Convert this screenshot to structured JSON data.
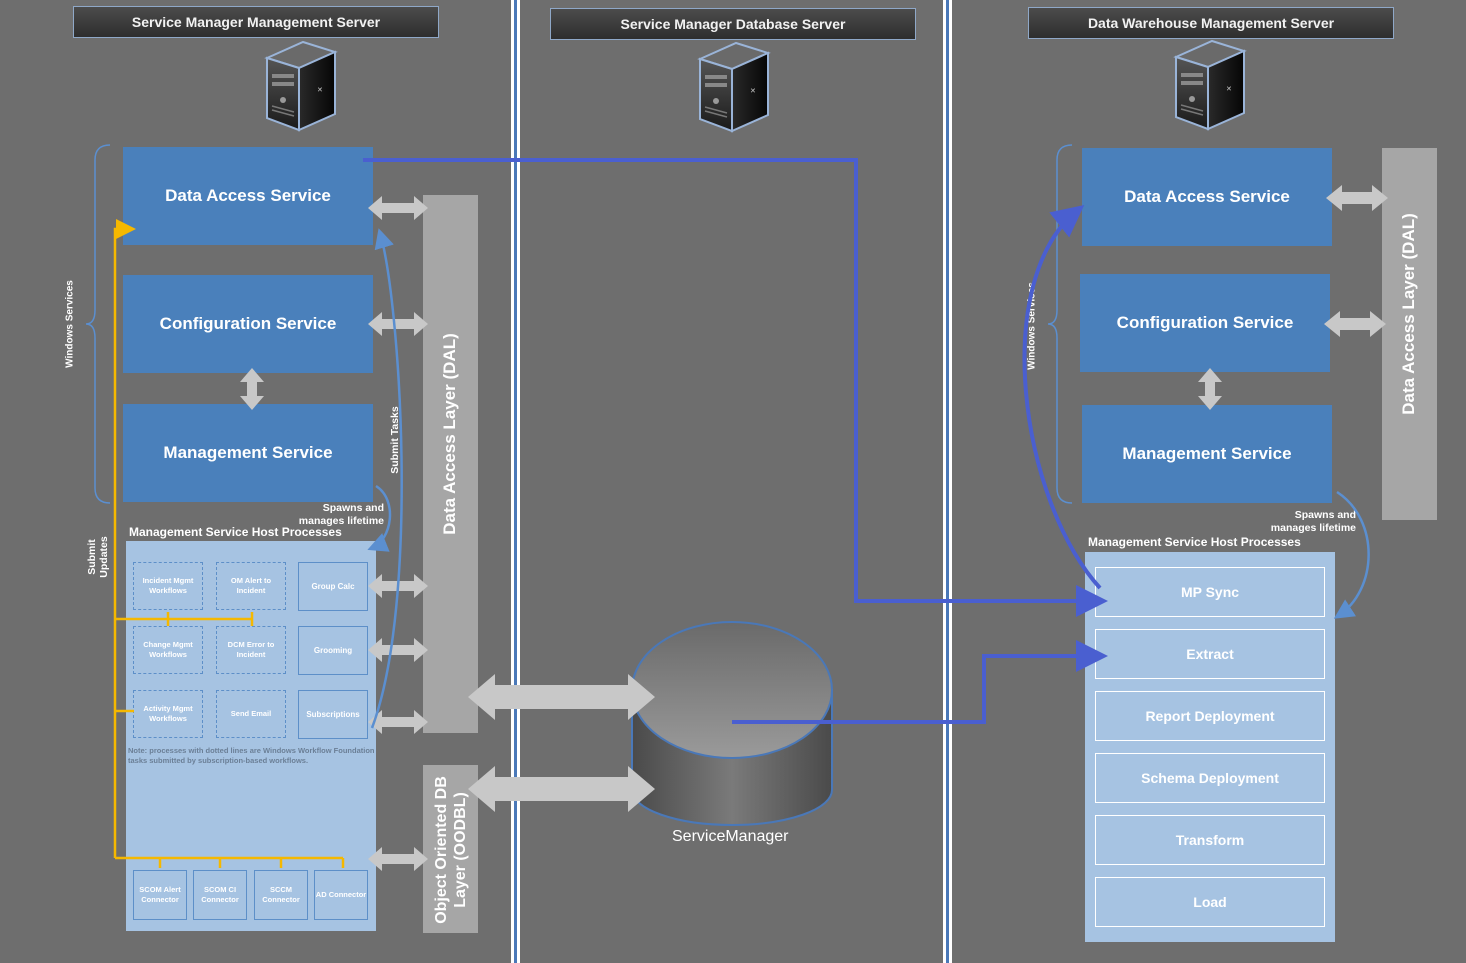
{
  "servers": {
    "left_title": "Service Manager Management Server",
    "middle_title": "Service Manager Database Server",
    "right_title": "Data Warehouse Management Server"
  },
  "left": {
    "data_access": "Data Access Service",
    "configuration": "Configuration Service",
    "management": "Management Service",
    "windows_services": "Windows Services",
    "dal": "Data Access Layer (DAL)",
    "oodbl": "Object Oriented DB Layer (OODBL)",
    "submit_tasks": "Submit Tasks",
    "submit_updates": "Submit Updates",
    "spawns": "Spawns and manages lifetime",
    "host_title": "Management Service Host Processes",
    "workflows": [
      "Incident Mgmt Workflows",
      "OM Alert to Incident",
      "Change Mgmt Workflows",
      "DCM Error to Incident",
      "Activity Mgmt Workflows",
      "Send Email"
    ],
    "solid_processes": [
      "Group Calc",
      "Grooming",
      "Subscriptions"
    ],
    "note": "Note: processes with dotted lines are Windows Workflow Foundation tasks submitted by subscription-based workflows.",
    "connectors": [
      "SCOM Alert Connector",
      "SCOM CI Connector",
      "SCCM Connector",
      "AD Connector"
    ]
  },
  "middle": {
    "db_name": "ServiceManager"
  },
  "right": {
    "data_access": "Data Access Service",
    "configuration": "Configuration Service",
    "management": "Management Service",
    "windows_services": "Windows Services",
    "dal": "Data Access Layer (DAL)",
    "spawns": "Spawns and manages lifetime",
    "host_title": "Management Service Host Processes",
    "processes": [
      "MP Sync",
      "Extract",
      "Report Deployment",
      "Schema Deployment",
      "Transform",
      "Load"
    ]
  },
  "colors": {
    "background": "#6e6e6e",
    "service_blue": "#4a80bb",
    "host_panel": "#a6c3e2",
    "dal_gray": "#a6a6a6",
    "flow_line": "#4a5fd0",
    "update_line": "#f5b800"
  },
  "icons": [
    "server-icon",
    "database-icon"
  ]
}
